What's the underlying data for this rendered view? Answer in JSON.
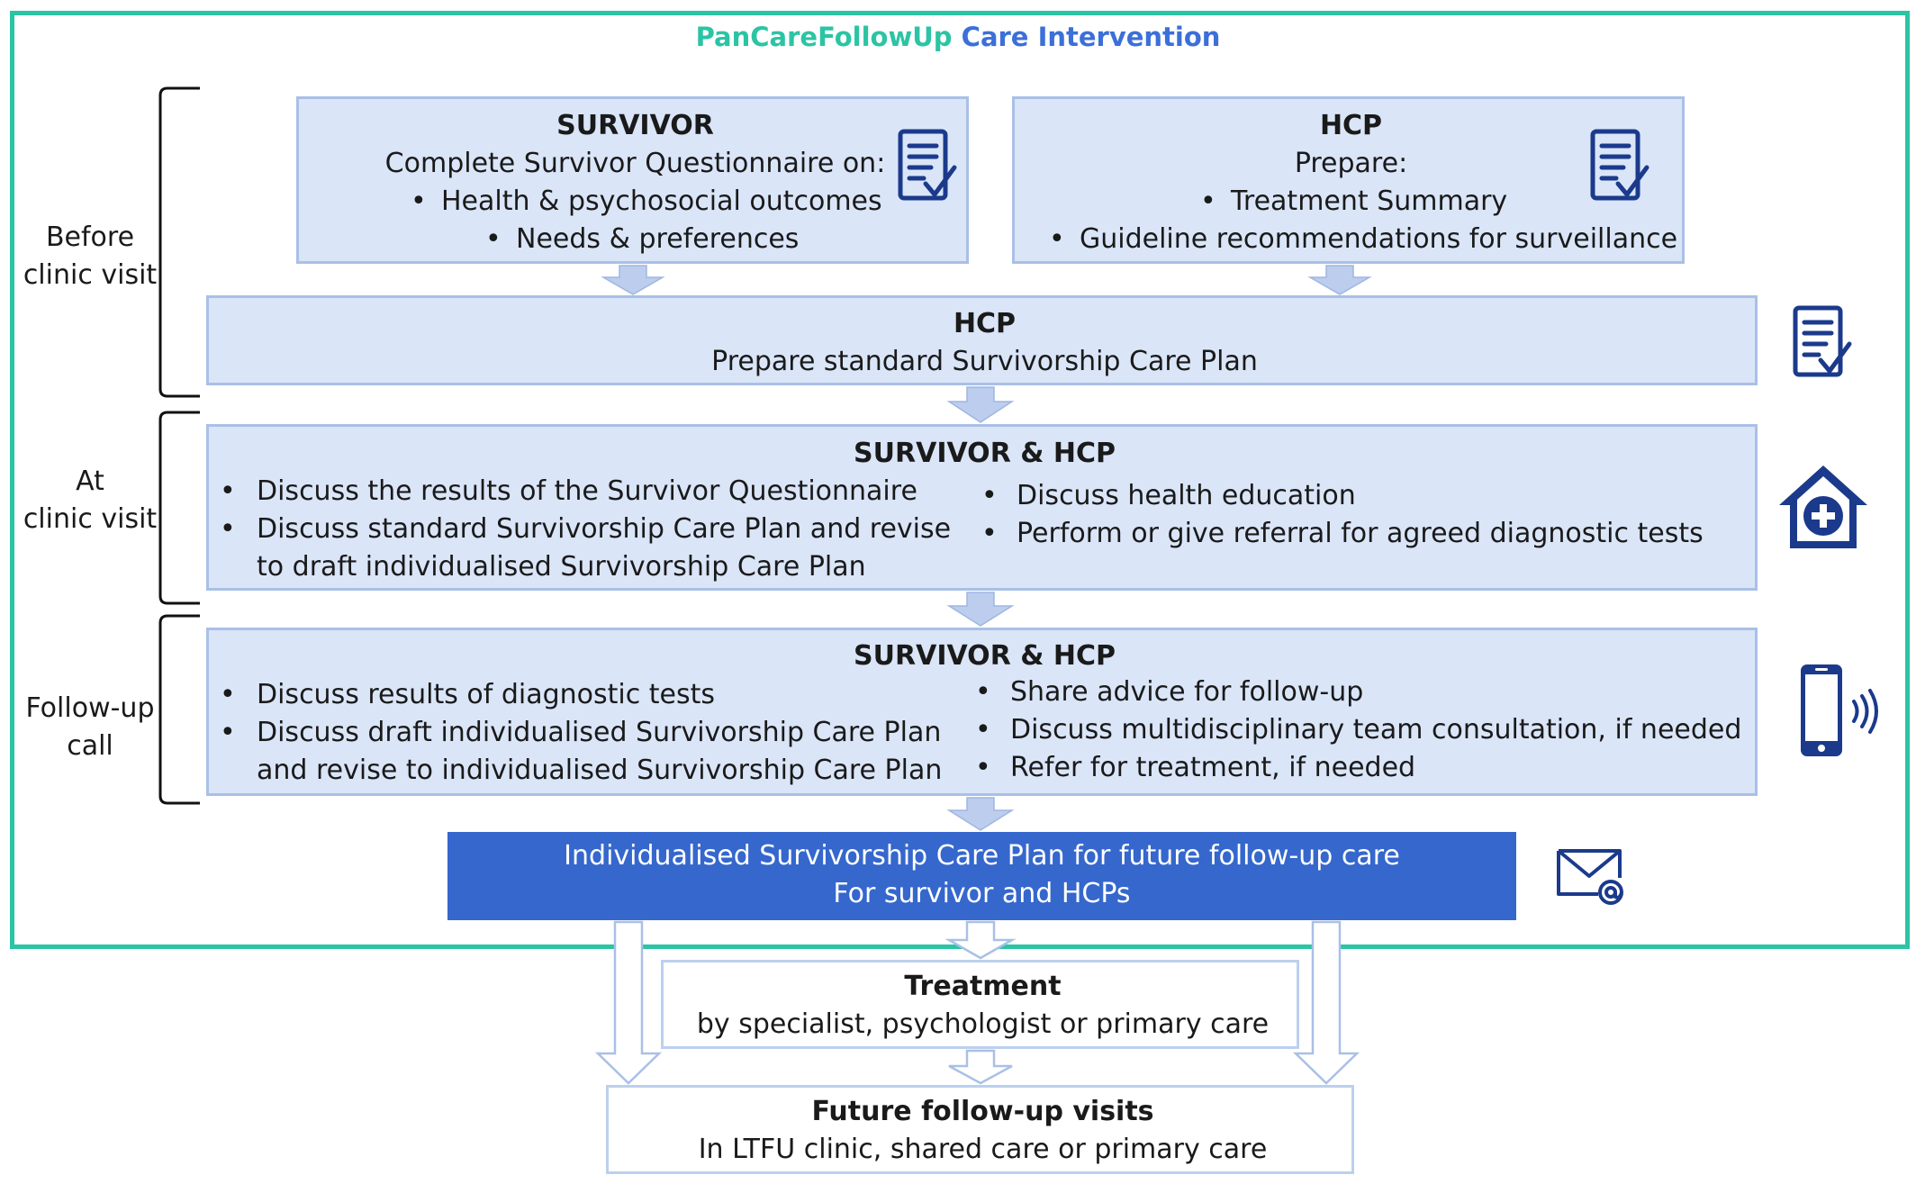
{
  "title": {
    "part1": "PanCareFollowUp",
    "part2": "Care Intervention"
  },
  "colors": {
    "frame": "#2bc4a4",
    "box_fill": "#dae5f8",
    "box_border": "#a9c0e6",
    "outcome_fill": "#3567cd",
    "icon": "#1b3a8c",
    "title_green": "#2bc4a4",
    "title_blue": "#3c6fd8"
  },
  "stages": {
    "before": [
      "Before",
      "clinic visit"
    ],
    "at": [
      "At",
      "clinic visit"
    ],
    "followup": [
      "Follow-up",
      "call"
    ]
  },
  "survivor_box": {
    "heading": "SURVIVOR",
    "line": "Complete Survivor Questionnaire on:",
    "bullets": [
      "Health & psychosocial outcomes",
      "Needs & preferences"
    ],
    "icon": "checklist-icon"
  },
  "hcp_box": {
    "heading": "HCP",
    "line": "Prepare:",
    "bullets": [
      "Treatment Summary",
      "Guideline recommendations for surveillance"
    ],
    "icon": "checklist-icon"
  },
  "hcp_plan_box": {
    "heading": "HCP",
    "line": "Prepare standard Survivorship Care Plan",
    "icon": "checklist-icon"
  },
  "clinic_box": {
    "heading": "SURVIVOR & HCP",
    "left_bullets": [
      [
        "Discuss the results of the Survivor Questionnaire"
      ],
      [
        "Discuss standard Survivorship Care Plan and revise",
        "to draft individualised Survivorship Care Plan"
      ]
    ],
    "right_bullets": [
      "Discuss health education",
      "Perform or give referral for agreed diagnostic tests"
    ],
    "icon": "home-health-icon"
  },
  "call_box": {
    "heading": "SURVIVOR & HCP",
    "left_bullets": [
      [
        "Discuss results of diagnostic tests"
      ],
      [
        "Discuss draft individualised Survivorship Care Plan",
        "and revise to individualised Survivorship Care Plan"
      ]
    ],
    "right_bullets": [
      "Share advice for follow-up",
      "Discuss multidisciplinary team consultation, if needed",
      "Refer for treatment, if needed"
    ],
    "icon": "phone-icon"
  },
  "outcome_box": {
    "line1": "Individualised Survivorship Care Plan for future follow-up care",
    "line2": "For survivor and HCPs",
    "icon": "email-icon"
  },
  "treatment_box": {
    "heading": "Treatment",
    "line": "by specialist, psychologist or primary care"
  },
  "future_box": {
    "heading": "Future follow-up visits",
    "line": "In LTFU clinic, shared care or primary care"
  }
}
